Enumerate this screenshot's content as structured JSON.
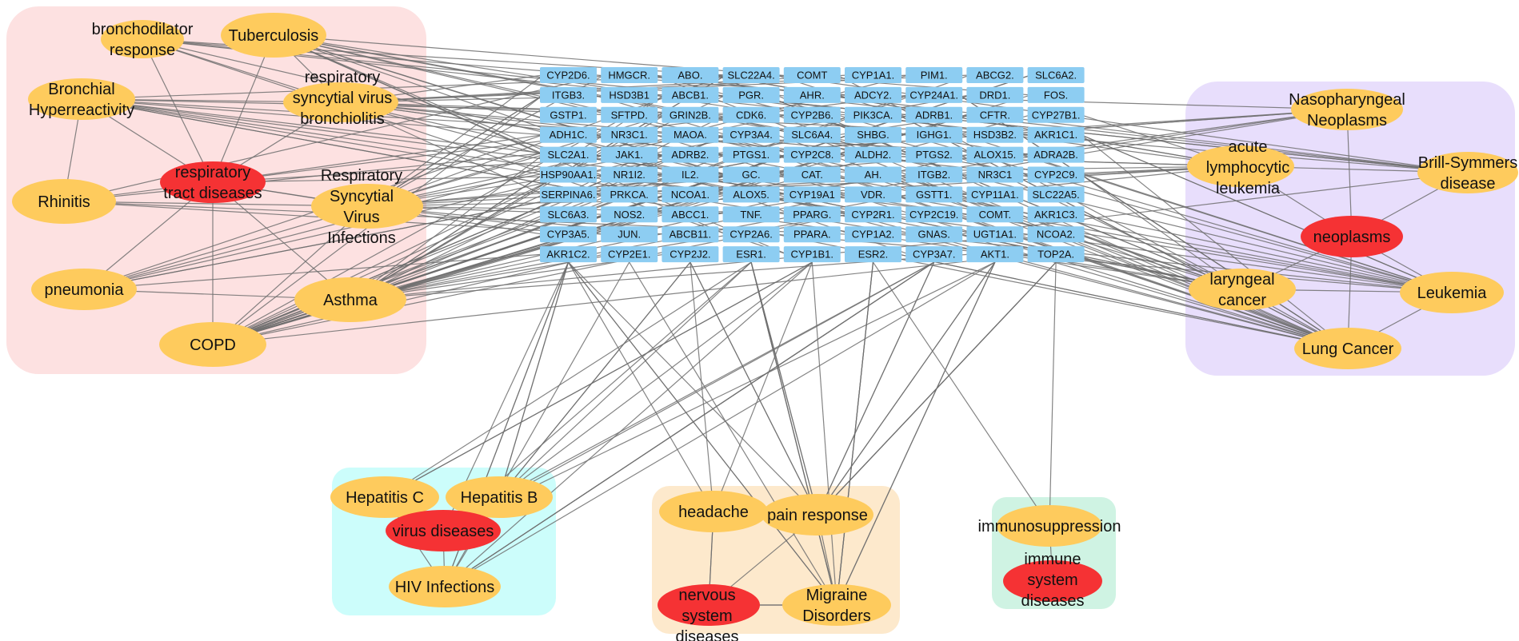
{
  "colors": {
    "respiratory_group": "#fde1e1",
    "cancer_group": "#e8defc",
    "virus_group": "#ccfdfb",
    "nervous_group": "#fde9cc",
    "immune_group": "#cff3e3",
    "disease_node": "#fecb5d",
    "category_node": "#f53234",
    "gene_node": "#8dcdf2",
    "edge": "#6e6e6e"
  },
  "genes": [
    [
      "CYP2D6.",
      "HMGCR.",
      "ABO.",
      "SLC22A4.",
      "COMT",
      "CYP1A1.",
      "PIM1.",
      "ABCG2.",
      "SLC6A2."
    ],
    [
      "ITGB3.",
      "HSD3B1",
      "ABCB1.",
      "PGR.",
      "AHR.",
      "ADCY2.",
      "CYP24A1.",
      "DRD1.",
      "FOS."
    ],
    [
      "GSTP1.",
      "SFTPD.",
      "GRIN2B.",
      "CDK6.",
      "CYP2B6.",
      "PIK3CA.",
      "ADRB1.",
      "CFTR.",
      "CYP27B1."
    ],
    [
      "ADH1C.",
      "NR3C1.",
      "MAOA.",
      "CYP3A4.",
      "SLC6A4.",
      "SHBG.",
      "IGHG1.",
      "HSD3B2.",
      "AKR1C1."
    ],
    [
      "SLC2A1.",
      "JAK1.",
      "ADRB2.",
      "PTGS1.",
      "CYP2C8.",
      "ALDH2.",
      "PTGS2.",
      "ALOX15.",
      "ADRA2B."
    ],
    [
      "HSP90AA1.",
      "NR1I2.",
      "IL2.",
      "GC.",
      "CAT.",
      "AH.",
      "ITGB2.",
      "NR3C1",
      "CYP2C9."
    ],
    [
      "SERPINA6.",
      "PRKCA.",
      "NCOA1.",
      "ALOX5.",
      "CYP19A1",
      "VDR.",
      "GSTT1.",
      "CYP11A1.",
      "SLC22A5."
    ],
    [
      "SLC6A3.",
      "NOS2.",
      "ABCC1.",
      "TNF.",
      "PPARG.",
      "CYP2R1.",
      "CYP2C19.",
      "COMT.",
      "AKR1C3."
    ],
    [
      "CYP3A5.",
      "JUN.",
      "ABCB11.",
      "CYP2A6.",
      "PPARA.",
      "CYP1A2.",
      "GNAS.",
      "UGT1A1.",
      "NCOA2."
    ],
    [
      "AKR1C2.",
      "CYP2E1.",
      "CYP2J2.",
      "ESR1.",
      "CYP1B1.",
      "ESR2.",
      "CYP3A7.",
      "AKT1.",
      "TOP2A."
    ]
  ],
  "groups": [
    {
      "id": "respiratory",
      "category": {
        "id": "respiratory-tract-diseases",
        "lines": [
          "respiratory",
          "tract diseases"
        ]
      },
      "diseases": [
        {
          "id": "bronchodilator-response",
          "lines": [
            "bronchodilator",
            "response"
          ]
        },
        {
          "id": "tuberculosis",
          "lines": [
            "Tuberculosis"
          ]
        },
        {
          "id": "bronchial-hyperreactivity",
          "lines": [
            "Bronchial",
            "Hyperreactivity"
          ]
        },
        {
          "id": "rsv-bronchiolitis",
          "lines": [
            "respiratory",
            "syncytial virus",
            "bronchiolitis"
          ]
        },
        {
          "id": "rhinitis",
          "lines": [
            "Rhinitis"
          ]
        },
        {
          "id": "rsv-infections",
          "lines": [
            "Respiratory",
            "Syncytial",
            "Virus",
            "Infections"
          ]
        },
        {
          "id": "pneumonia",
          "lines": [
            "pneumonia"
          ]
        },
        {
          "id": "asthma",
          "lines": [
            "Asthma"
          ]
        },
        {
          "id": "copd",
          "lines": [
            "COPD"
          ]
        }
      ]
    },
    {
      "id": "cancer",
      "category": {
        "id": "neoplasms",
        "lines": [
          "neoplasms"
        ]
      },
      "diseases": [
        {
          "id": "nasopharyngeal-neoplasms",
          "lines": [
            "Nasopharyngeal",
            "Neoplasms"
          ]
        },
        {
          "id": "acute-lymphocytic-leukemia",
          "lines": [
            "acute",
            "lymphocytic",
            "leukemia"
          ]
        },
        {
          "id": "brill-symmers-disease",
          "lines": [
            "Brill-Symmers",
            "disease"
          ]
        },
        {
          "id": "laryngeal-cancer",
          "lines": [
            "laryngeal",
            "cancer"
          ]
        },
        {
          "id": "leukemia",
          "lines": [
            "Leukemia"
          ]
        },
        {
          "id": "lung-cancer",
          "lines": [
            "Lung Cancer"
          ]
        }
      ]
    },
    {
      "id": "virus",
      "category": {
        "id": "virus-diseases",
        "lines": [
          "virus diseases"
        ]
      },
      "diseases": [
        {
          "id": "hepatitis-c",
          "lines": [
            "Hepatitis C"
          ]
        },
        {
          "id": "hepatitis-b",
          "lines": [
            "Hepatitis B"
          ]
        },
        {
          "id": "hiv-infections",
          "lines": [
            "HIV Infections"
          ]
        }
      ]
    },
    {
      "id": "nervous",
      "category": {
        "id": "nervous-system-diseases",
        "lines": [
          "nervous",
          "system",
          "diseases"
        ]
      },
      "diseases": [
        {
          "id": "headache",
          "lines": [
            "headache"
          ]
        },
        {
          "id": "pain-response",
          "lines": [
            "pain response"
          ]
        },
        {
          "id": "migraine-disorders",
          "lines": [
            "Migraine",
            "Disorders"
          ]
        }
      ]
    },
    {
      "id": "immune",
      "category": {
        "id": "immune-system-diseases",
        "lines": [
          "immune",
          "system",
          "diseases"
        ]
      },
      "diseases": [
        {
          "id": "immunosuppression",
          "lines": [
            "immunosuppression"
          ]
        }
      ]
    }
  ]
}
